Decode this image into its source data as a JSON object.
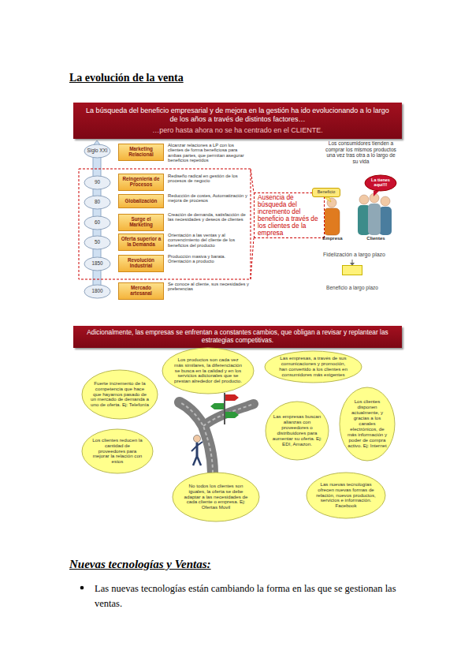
{
  "diagram": {
    "title": "La evolución de la venta",
    "nodes": [
      {
        "text": [
          "La búsqueda del beneficio empresarial y de mejora en la gestión ha ido evolucionando a lo largo de los años a través de distintos factores…",
          "…pero hasta ahora no se ha centrado en el CLIENTE."
        ]
      },
      {
        "text": [
          "Siglo XXI"
        ]
      },
      {
        "text": [
          "90"
        ]
      },
      {
        "text": [
          "80"
        ]
      },
      {
        "text": [
          "60"
        ]
      },
      {
        "text": [
          "50"
        ]
      },
      {
        "text": [
          "1850"
        ]
      },
      {
        "text": [
          "1800"
        ]
      },
      {
        "text": [
          "Marketing Relacional"
        ]
      },
      {
        "text": [
          "Reingeniería de Procesos"
        ]
      },
      {
        "text": [
          "Globalización"
        ]
      },
      {
        "text": [
          "Surge el Marketing"
        ]
      },
      {
        "text": [
          "Oferta superior a la Demanda"
        ]
      },
      {
        "text": [
          "Revolución Industrial"
        ]
      },
      {
        "text": [
          "Mercado artesanal"
        ]
      },
      {
        "text": [
          "Ausencia de búsqueda del incremento del beneficio a través de los clientes de la empresa"
        ]
      },
      {
        "text": [
          "Beneficio"
        ]
      },
      {
        "text": [
          "La tienes aquí!!!"
        ]
      },
      {
        "text": [
          "Beneficio a largo plazo"
        ]
      },
      {
        "text": [
          "Adicionalmente, las empresas se enfrentan a constantes cambios, que obligan a revisar y replantear las estrategias competitivas."
        ]
      },
      {
        "text": [
          "Los productos son cada vez más similares, la diferenciación se busca en la calidad y en los servicios adicionales que se prestan alrededor del producto."
        ]
      },
      {
        "text": [
          "Las empresas, a través de sus comunicaciones y promoción, han convertido a los clientes en consumidores más exigentes"
        ]
      },
      {
        "text": [
          "Fuerte incremento de la competencia que hace que hayamos pasado de un mercado de demanda a uno de oferta. Ej: Telefonía"
        ]
      },
      {
        "text": [
          "Los clientes disponen actualmente, y gracias a los canales electrónicos, de más información y poder de compra activo. Ej: Internet"
        ]
      },
      {
        "text": [
          "Las empresas buscan alianzas con proveedores o distribuidores para aumentar su oferta. Ej: EDI, Amazon."
        ]
      },
      {
        "text": [
          "Los clientes reducen la cantidad de proveedores para mejorar la relación con estos"
        ]
      },
      {
        "text": [
          "No todos los clientes son iguales, la oferta se debe adaptar a las necesidades de cada cliente o empresa. Ej: Ofertas Movil"
        ]
      },
      {
        "text": [
          "Las nuevas tecnologías ofrecen nuevas formas de relación, nuevos productos, servicios e información. Facebook"
        ]
      }
    ],
    "labels": [
      "Alcanzar relaciones a LP con los clientes de forma beneficiosa para ambas partes, que permitan asegurar beneficios repetidos",
      "Rediseño radical en gestión de los procesos de negocio",
      "Reducción de costes, Automatización y mejora de procesos",
      "Creación de demanda, satisfacción de las necesidades y deseos de clientes",
      "Orientación a las ventas y al convencimiento del cliente de los beneficios del producto",
      "Producción masiva y barata. Orientación a producto",
      "Se conoce al cliente, sus necesidades y preferencias",
      "Los consumidores tienden a comprar los mismos productos una vez tras otra a lo largo de su vida",
      "Empresa",
      "Clientes",
      "Fidelización a largo plazo",
      "Nuevas tecnologías y Ventas:",
      "Las nuevas tecnologías están cambiando la forma en las que se gestionan las ventas."
    ]
  }
}
